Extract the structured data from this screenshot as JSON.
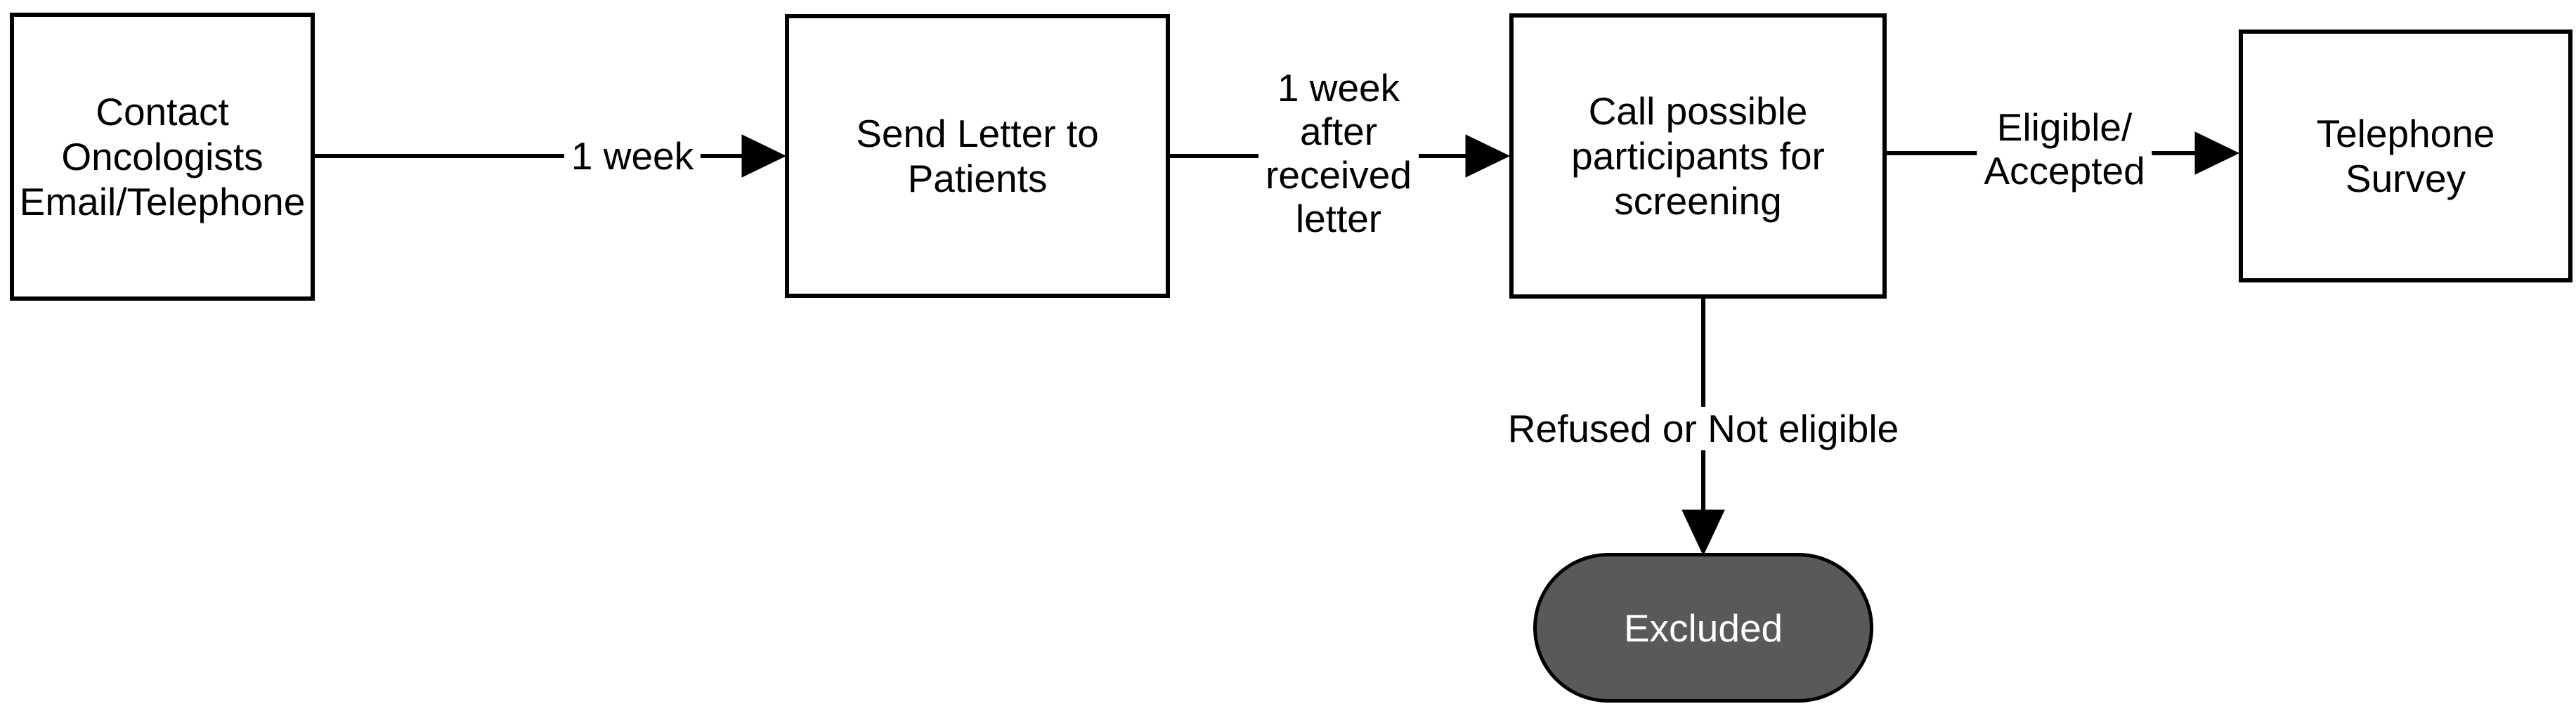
{
  "diagram": {
    "type": "flowchart",
    "background": "#ffffff",
    "colors": {
      "node_fill": "#ffffff",
      "node_border": "#000000",
      "text": "#000000",
      "arrow": "#000000",
      "excluded_fill": "#595959",
      "excluded_text": "#ffffff"
    },
    "nodes": [
      {
        "id": "contact-oncologists",
        "shape": "rectangle",
        "label": "Contact Oncologists\nEmail/Telephone"
      },
      {
        "id": "send-letter",
        "shape": "rectangle",
        "label": "Send Letter to\nPatients"
      },
      {
        "id": "call-participants",
        "shape": "rectangle",
        "label": "Call possible\nparticipants for\nscreening"
      },
      {
        "id": "telephone-survey",
        "shape": "rectangle",
        "label": "Telephone\nSurvey"
      },
      {
        "id": "excluded",
        "shape": "terminator",
        "label": "Excluded"
      }
    ],
    "edges": [
      {
        "from": "contact-oncologists",
        "to": "send-letter",
        "direction": "right",
        "label": "1 week"
      },
      {
        "from": "send-letter",
        "to": "call-participants",
        "direction": "right",
        "label": "1 week\nafter\nreceived\nletter"
      },
      {
        "from": "call-participants",
        "to": "telephone-survey",
        "direction": "right",
        "label": "Eligible/\nAccepted"
      },
      {
        "from": "call-participants",
        "to": "excluded",
        "direction": "down",
        "label": "Refused or Not eligible"
      }
    ]
  }
}
